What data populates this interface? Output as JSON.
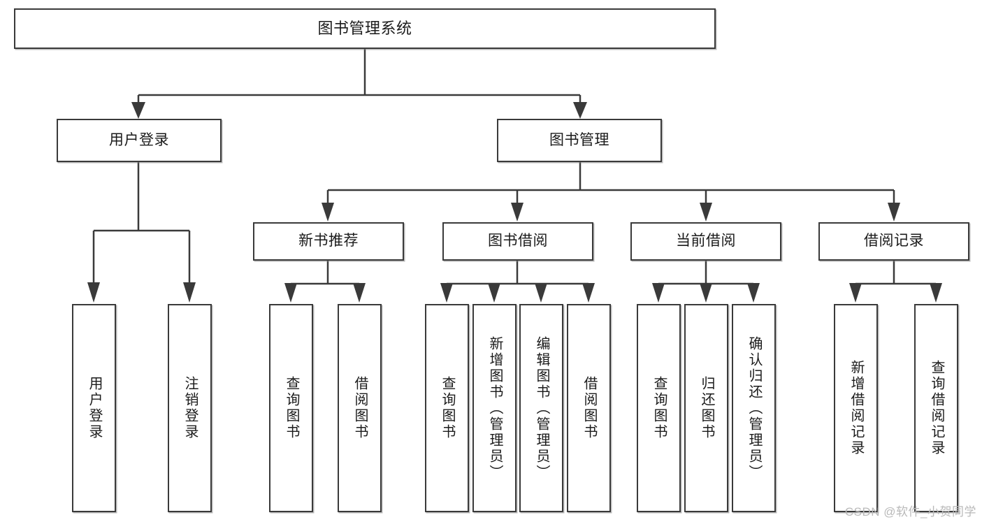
{
  "diagram": {
    "title": "图书管理系统",
    "type": "tree",
    "watermark": "CSDN @软件_小贺同学",
    "colors": {
      "box_border": "#3a3a3a",
      "box_fill": "#ffffff",
      "connector": "#3a3a3a",
      "text": "#1b1b1b",
      "watermark": "#b9b9b9"
    },
    "nodes": {
      "root": {
        "label": "图书管理系统",
        "level": 1
      },
      "level2": [
        {
          "id": "user-login",
          "label": "用户登录"
        },
        {
          "id": "book-management",
          "label": "图书管理"
        }
      ],
      "level3": [
        {
          "id": "new-book-recommend",
          "label": "新书推荐",
          "parent": "book-management"
        },
        {
          "id": "book-borrow",
          "label": "图书借阅",
          "parent": "book-management"
        },
        {
          "id": "current-borrow",
          "label": "当前借阅",
          "parent": "book-management"
        },
        {
          "id": "borrow-record",
          "label": "借阅记录",
          "parent": "book-management"
        }
      ],
      "leaves": [
        {
          "id": "leaf-user-login",
          "label": "用户登录",
          "parent": "user-login"
        },
        {
          "id": "leaf-logout-login",
          "label": "注销登录",
          "parent": "user-login"
        },
        {
          "id": "leaf-query-book-1",
          "label": "查询图书",
          "parent": "new-book-recommend"
        },
        {
          "id": "leaf-borrow-book-1",
          "label": "借阅图书",
          "parent": "new-book-recommend"
        },
        {
          "id": "leaf-query-book-2",
          "label": "查询图书",
          "parent": "book-borrow"
        },
        {
          "id": "leaf-add-book",
          "label": "新增图书（管理员）",
          "parent": "book-borrow"
        },
        {
          "id": "leaf-edit-book",
          "label": "编辑图书（管理员）",
          "parent": "book-borrow"
        },
        {
          "id": "leaf-borrow-book-2",
          "label": "借阅图书",
          "parent": "book-borrow"
        },
        {
          "id": "leaf-query-book-3",
          "label": "查询图书",
          "parent": "current-borrow"
        },
        {
          "id": "leaf-return-book",
          "label": "归还图书",
          "parent": "current-borrow"
        },
        {
          "id": "leaf-confirm-return",
          "label": "确认归还（管理员）",
          "parent": "current-borrow"
        },
        {
          "id": "leaf-add-record",
          "label": "新增借阅记录",
          "parent": "borrow-record"
        },
        {
          "id": "leaf-query-record",
          "label": "查询借阅记录",
          "parent": "borrow-record"
        }
      ]
    }
  }
}
